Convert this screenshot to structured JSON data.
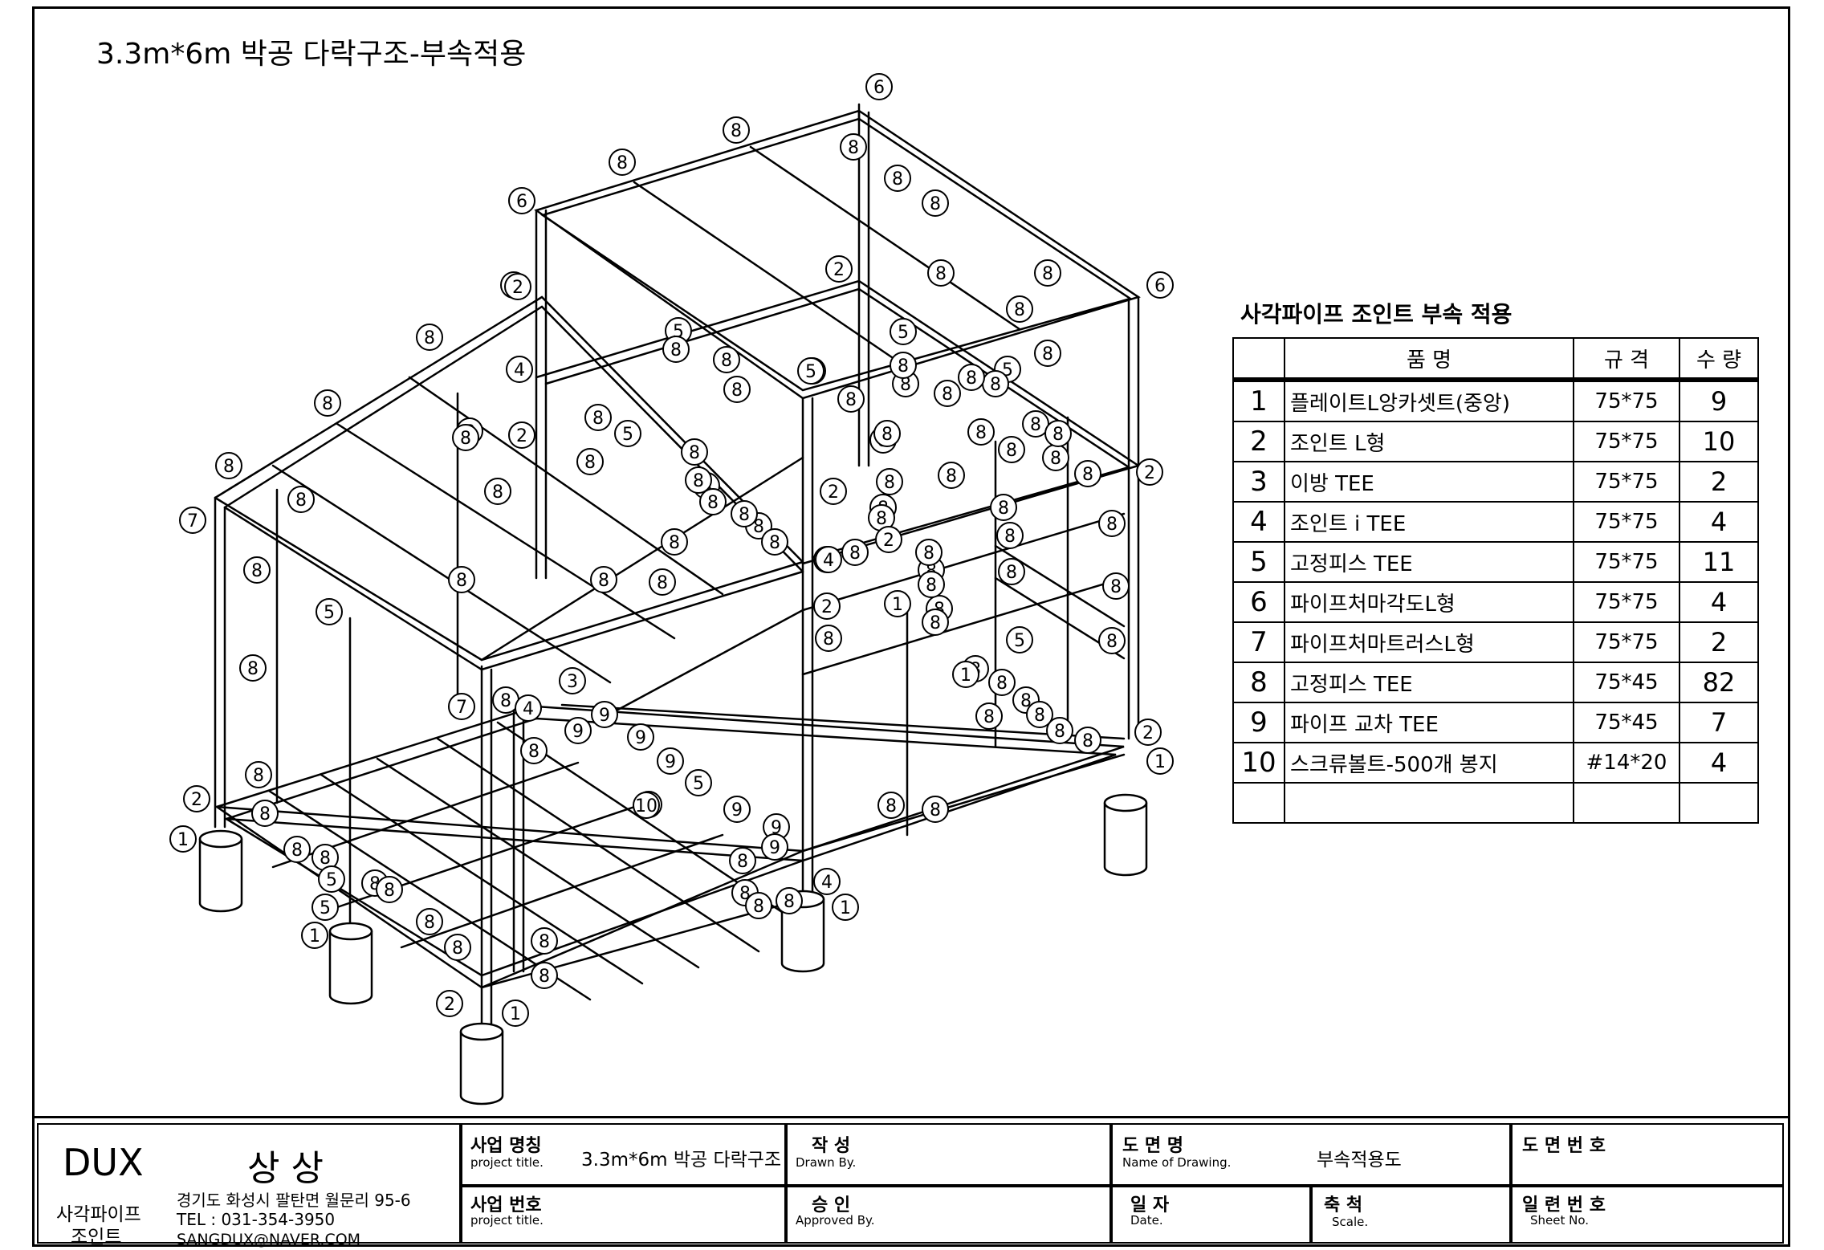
{
  "drawing_title": "3.3m*6m 박공 다락구조-부속적용",
  "parts_table": {
    "title": "사각파이프 조인트 부속 적용",
    "headers": {
      "name": "품        명",
      "spec": "규    격",
      "qty": "수  량"
    },
    "rows": [
      {
        "no": "1",
        "name": "플레이트L앙카셋트(중앙)",
        "spec": "75*75",
        "qty": "9"
      },
      {
        "no": "2",
        "name": "조인트 L형",
        "spec": "75*75",
        "qty": "10"
      },
      {
        "no": "3",
        "name": "이방 TEE",
        "spec": "75*75",
        "qty": "2"
      },
      {
        "no": "4",
        "name": "조인트 i TEE",
        "spec": "75*75",
        "qty": "4"
      },
      {
        "no": "5",
        "name": "고정피스 TEE",
        "spec": "75*75",
        "qty": "11"
      },
      {
        "no": "6",
        "name": "파이프처마각도L형",
        "spec": "75*75",
        "qty": "4"
      },
      {
        "no": "7",
        "name": "파이프처마트러스L형",
        "spec": "75*75",
        "qty": "2"
      },
      {
        "no": "8",
        "name": "고정피스 TEE",
        "spec": "75*45",
        "qty": "82"
      },
      {
        "no": "9",
        "name": "파이프 교차 TEE",
        "spec": "75*45",
        "qty": "7"
      },
      {
        "no": "10",
        "name": "스크류볼트-500개 봉지",
        "spec": "#14*20",
        "qty": "4"
      },
      {
        "no": "",
        "name": "",
        "spec": "",
        "qty": ""
      }
    ]
  },
  "title_block": {
    "company": "DUX",
    "company_kr": "상 상",
    "brand_line1": "사각파이프",
    "brand_line2": "조인트",
    "address": "경기도 화성시 팔탄면 월문리 95-6",
    "tel": "TEL : 031-354-3950",
    "email": "SANGDUX@NAVER.COM",
    "project_name_label": "사업 명칭",
    "project_name_sub": "project title.",
    "project_name_value": "3.3m*6m 박공 다락구조",
    "project_no_label": "사업 번호",
    "project_no_sub": "project title.",
    "drawn_label": "작   성",
    "drawn_sub": "Drawn By.",
    "approved_label": "승   인",
    "approved_sub": "Approved By.",
    "drawing_name_label": "도  면  명",
    "drawing_name_sub": "Name of Drawing.",
    "drawing_name_value": "부속적용도",
    "date_label": "일   자",
    "date_sub": "Date.",
    "scale_label": "축   척",
    "scale_sub": "Scale.",
    "drawing_no_label": "도 면 번 호",
    "sheet_no_label": "일 련 번 호",
    "sheet_no_sub": "Sheet No."
  },
  "callouts": [
    "1",
    "2",
    "3",
    "4",
    "5",
    "6",
    "7",
    "8",
    "9",
    "10"
  ]
}
